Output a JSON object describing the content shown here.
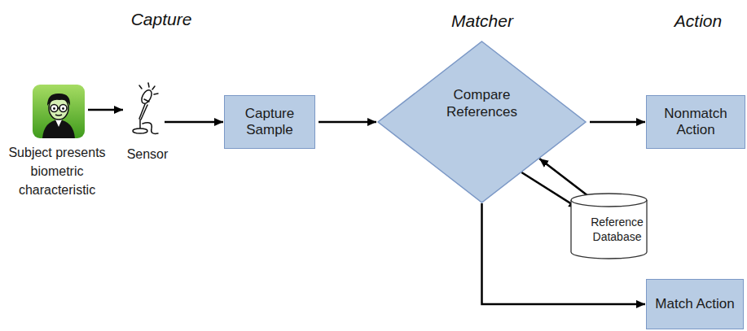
{
  "diagram": {
    "nodes": [
      {
        "text": [
          "Subject presents biometric characteristic"
        ]
      },
      {
        "text": [
          "Sensor"
        ]
      },
      {
        "text": [
          "Capture Sample"
        ]
      },
      {
        "text": [
          "Compare References"
        ]
      },
      {
        "text": [
          "Nonmatch Action"
        ]
      },
      {
        "text": [
          "Reference Database"
        ]
      },
      {
        "text": [
          "Match Action"
        ]
      }
    ],
    "edges": [
      {
        "from": 0,
        "to": 1,
        "arrow": "to"
      },
      {
        "from": 1,
        "to": 2,
        "arrow": "to"
      },
      {
        "from": 2,
        "to": 3,
        "arrow": "to"
      },
      {
        "from": 3,
        "to": 4,
        "arrow": "to"
      },
      {
        "from": 3,
        "to": 5,
        "arrow": "to"
      },
      {
        "from": 5,
        "to": 3,
        "arrow": "to"
      },
      {
        "from": 3,
        "to": 6,
        "arrow": "to"
      }
    ],
    "labels": [
      "Capture",
      "Matcher",
      "Action"
    ]
  }
}
